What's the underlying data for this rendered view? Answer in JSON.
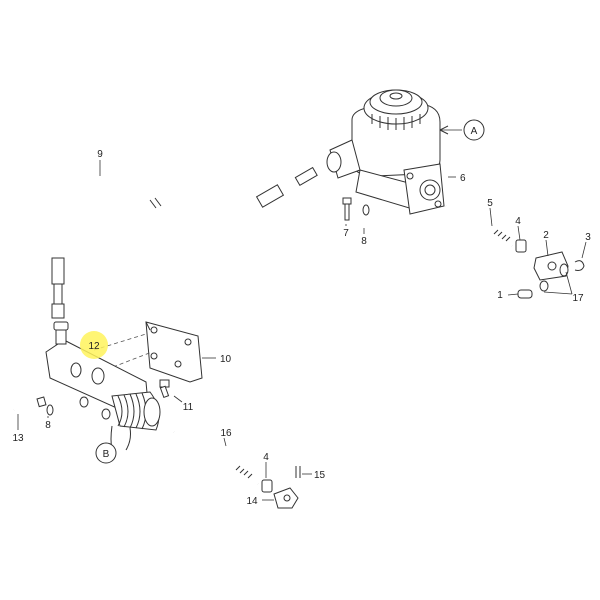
{
  "diagram": {
    "highlight_color": "#fff35c",
    "line_color": "#333333",
    "labels": {
      "p1": "1",
      "p2": "2",
      "p3": "3",
      "p4a": "4",
      "p4b": "4",
      "p5": "5",
      "p6": "6",
      "p7": "7",
      "p8a": "8",
      "p8b": "8",
      "p9": "9",
      "p10": "10",
      "p11": "11",
      "p12": "12",
      "p13": "13",
      "p14": "14",
      "p15": "15",
      "p16": "16",
      "p17": "17",
      "callout_a": "A",
      "callout_b": "B"
    }
  }
}
